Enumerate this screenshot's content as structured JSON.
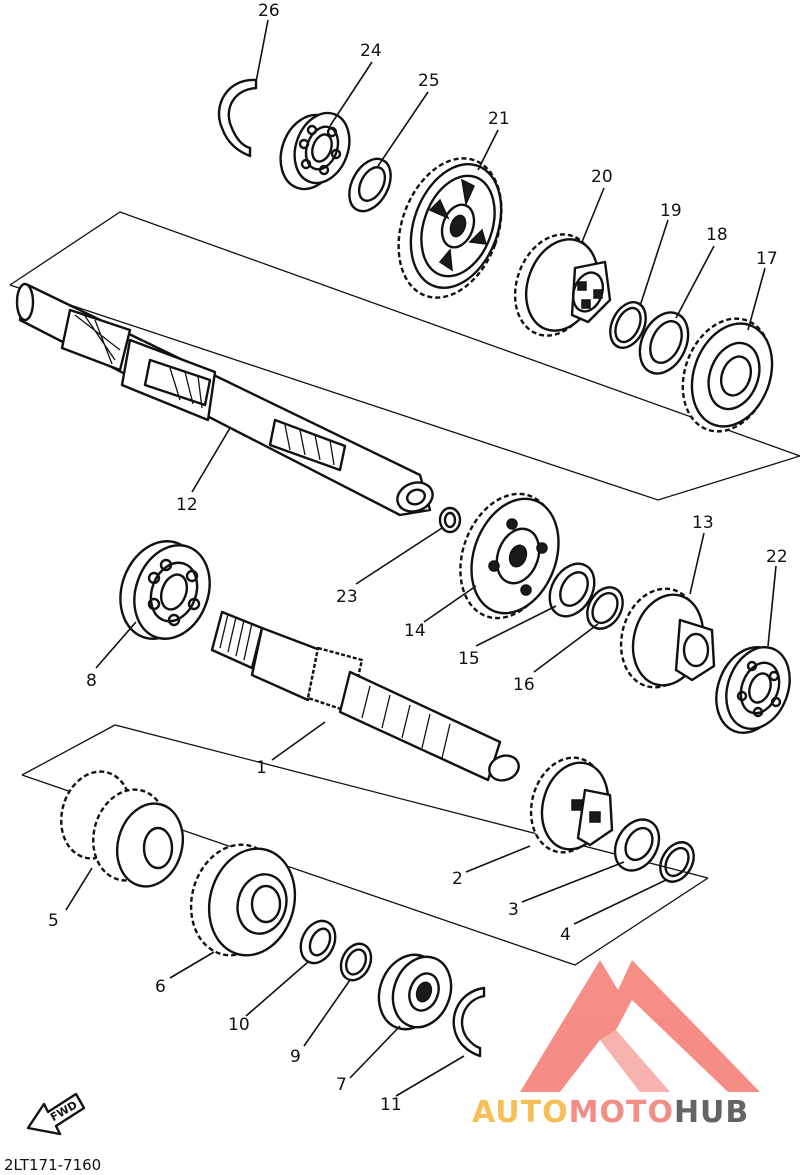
{
  "callouts": [
    {
      "id": "1",
      "label": "1"
    },
    {
      "id": "2",
      "label": "2"
    },
    {
      "id": "3",
      "label": "3"
    },
    {
      "id": "4",
      "label": "4"
    },
    {
      "id": "5",
      "label": "5"
    },
    {
      "id": "6",
      "label": "6"
    },
    {
      "id": "7",
      "label": "7"
    },
    {
      "id": "8",
      "label": "8"
    },
    {
      "id": "9",
      "label": "9"
    },
    {
      "id": "10",
      "label": "10"
    },
    {
      "id": "11",
      "label": "11"
    },
    {
      "id": "12",
      "label": "12"
    },
    {
      "id": "13",
      "label": "13"
    },
    {
      "id": "14",
      "label": "14"
    },
    {
      "id": "15",
      "label": "15"
    },
    {
      "id": "16",
      "label": "16"
    },
    {
      "id": "17",
      "label": "17"
    },
    {
      "id": "18",
      "label": "18"
    },
    {
      "id": "19",
      "label": "19"
    },
    {
      "id": "20",
      "label": "20"
    },
    {
      "id": "21",
      "label": "21"
    },
    {
      "id": "22",
      "label": "22"
    },
    {
      "id": "23",
      "label": "23"
    },
    {
      "id": "24",
      "label": "24"
    },
    {
      "id": "25",
      "label": "25"
    },
    {
      "id": "26",
      "label": "26"
    }
  ],
  "diagram_code": "2LT171-7160",
  "direction_badge": "FWD",
  "watermark": {
    "brand_part1": "AUTO",
    "brand_part2": "MOTO",
    "brand_part3": "HUB",
    "color_primary": "#f47a72",
    "color_secondary": "#f5b63a",
    "color_dark": "#4a4a4a"
  }
}
